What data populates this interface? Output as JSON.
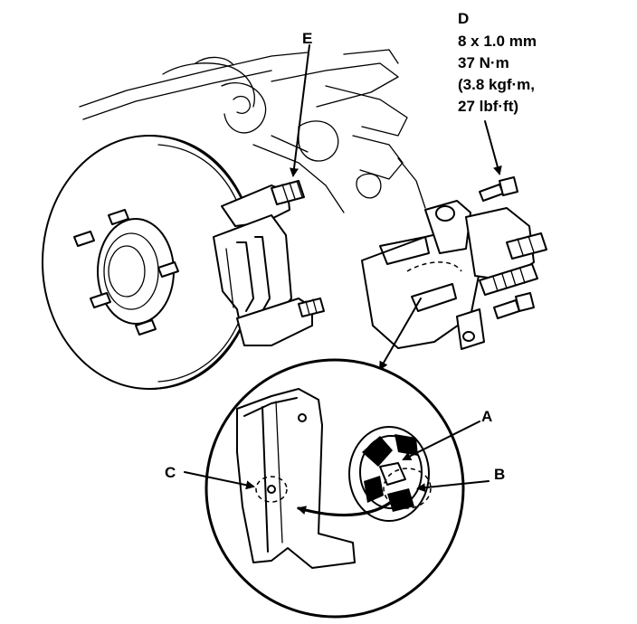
{
  "labels": {
    "a": "A",
    "b": "B",
    "c": "C",
    "e": "E"
  },
  "callout_d": {
    "letter": "D",
    "size": "8 x 1.0 mm",
    "torque_nm": "37 N·m",
    "torque_kgfm": "(3.8 kgf·m,",
    "torque_lbfft": "27 lbf·ft)"
  }
}
